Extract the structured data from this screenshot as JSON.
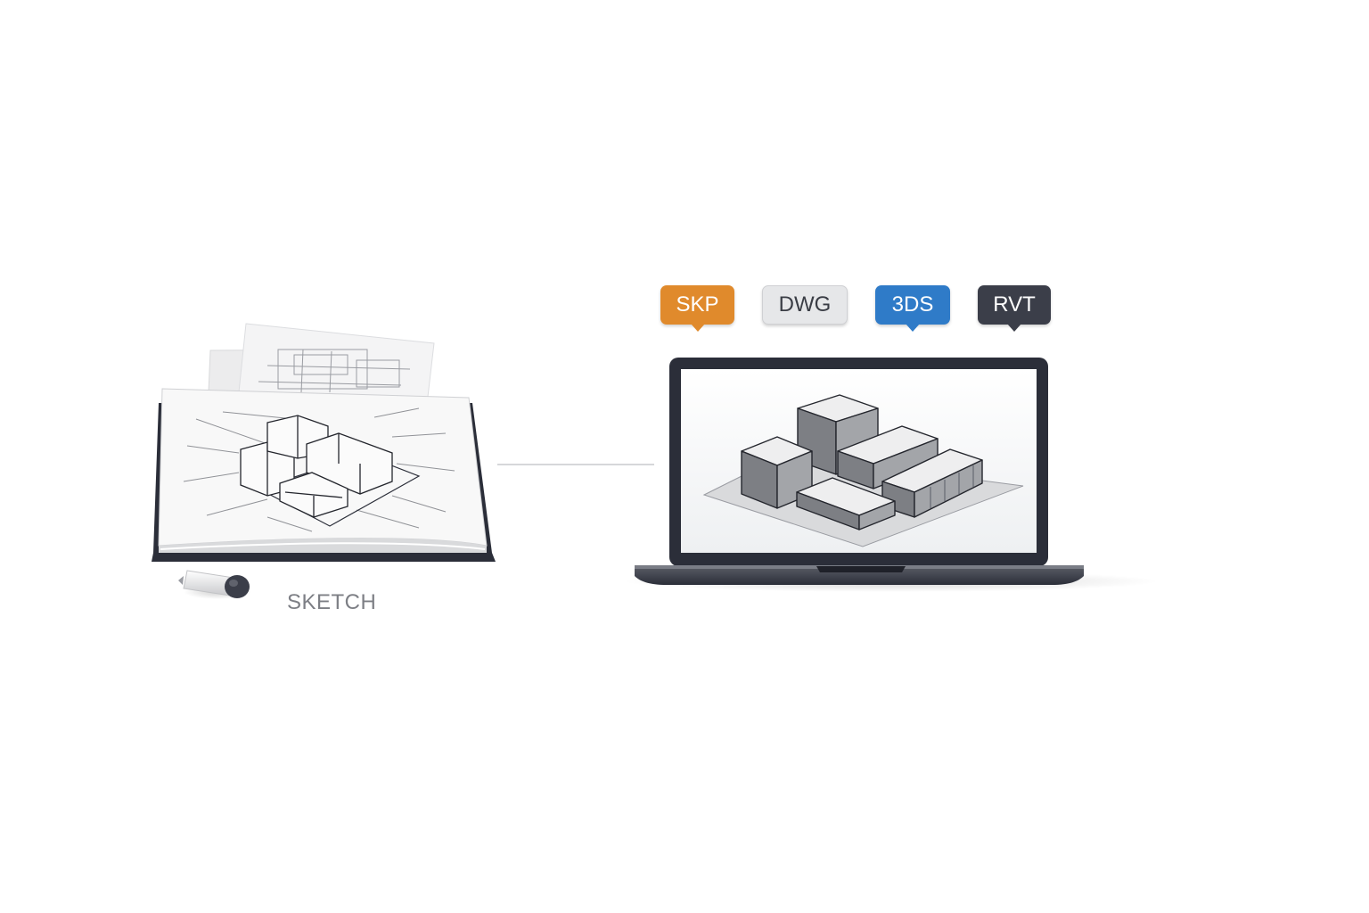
{
  "sketch": {
    "label": "SKETCH"
  },
  "formats": [
    {
      "label": "SKP",
      "bg": "#e08a2c",
      "fg": "#ffffff"
    },
    {
      "label": "DWG",
      "bg": "#e6e7e9",
      "fg": "#3a3d45"
    },
    {
      "label": "3DS",
      "bg": "#2f7bc8",
      "fg": "#ffffff"
    },
    {
      "label": "RVT",
      "bg": "#3b3e49",
      "fg": "#ffffff"
    }
  ],
  "colors": {
    "frame": "#2b2e39",
    "connector": "#d6d7da",
    "block_top": "#eeeeef",
    "block_left": "#7d7f84",
    "block_right": "#a3a5a9",
    "pen_cap": "#3b3e49"
  },
  "icons": [
    "sketchbook-icon",
    "pen-icon",
    "laptop-icon",
    "building-model-icon"
  ]
}
